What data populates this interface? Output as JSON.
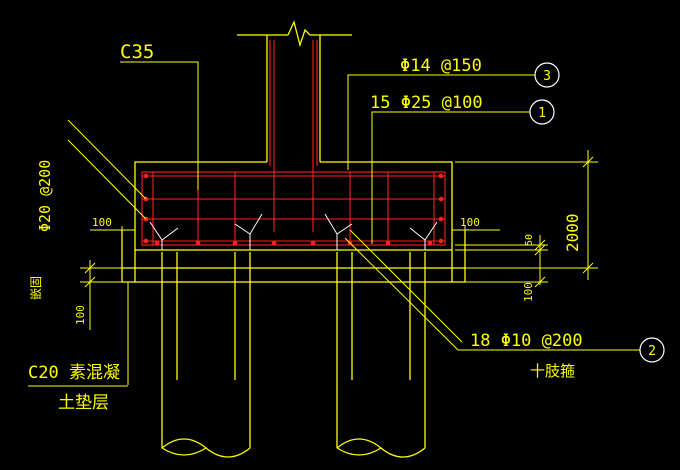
{
  "colors": {
    "background": "#000000",
    "outline": "#ffff00",
    "rebar": "#ff2020",
    "leader_white": "#ffffff"
  },
  "labels": {
    "concrete_grade": "C35",
    "top_stirrup": "Φ14 @150",
    "top_bars": "15 Φ25 @100",
    "side_bars": "Φ20 @200",
    "bottom_bars": "18 Φ10 @200",
    "bottom_bars_note": "十肢箍",
    "dim_cover_left": "100",
    "dim_cover_right": "100",
    "dim_height": "2000",
    "dim_50": "50",
    "dim_100_right": "100",
    "dim_100_left": "100",
    "embed_left": "嵌固",
    "pad_material": "C20 素混凝",
    "pad_layer": "土垫层"
  },
  "callouts": {
    "c1": "1",
    "c2": "2",
    "c3": "3"
  }
}
